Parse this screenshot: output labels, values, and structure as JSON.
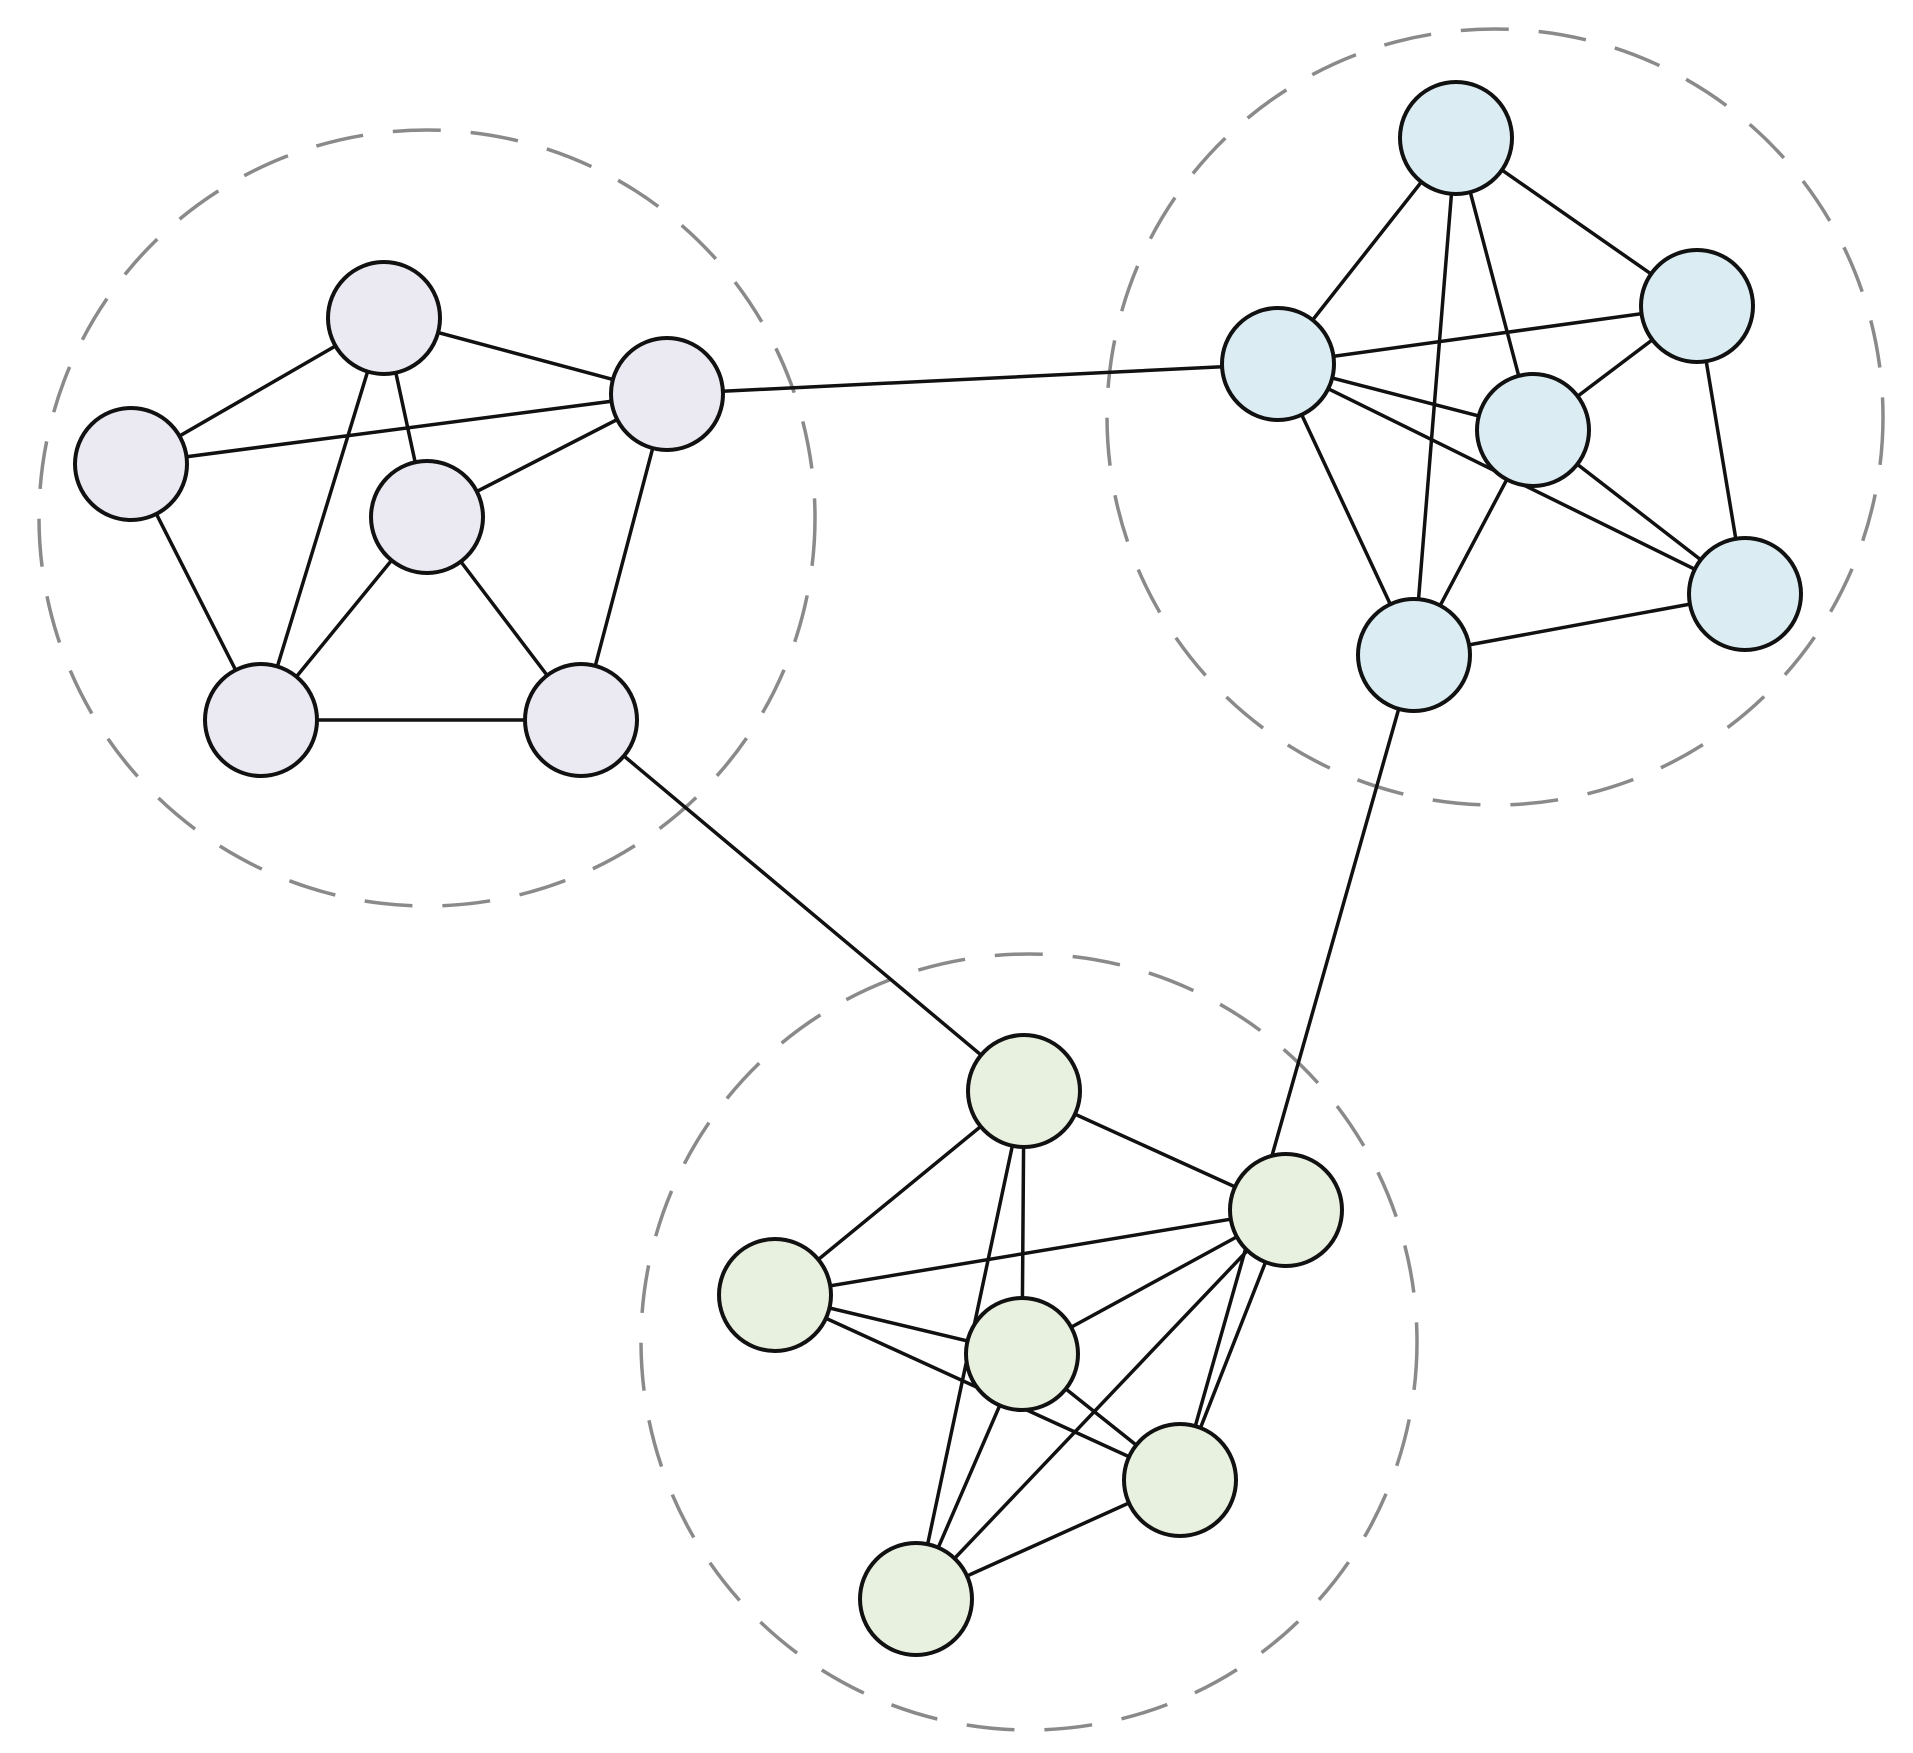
{
  "diagram": {
    "type": "network",
    "description_free": true,
    "colors": {
      "ring_stroke": "#8a8a8a",
      "edge_stroke": "#111111",
      "node_stroke": "#111111"
    },
    "clusters": [
      {
        "id": "cluster-a",
        "node_fill": "#ebe9f1",
        "nodes": [
          "a1",
          "a2",
          "a3",
          "a4",
          "a5",
          "a6"
        ]
      },
      {
        "id": "cluster-b",
        "node_fill": "#dbedf3",
        "nodes": [
          "b1",
          "b2",
          "b3",
          "b4",
          "b5",
          "b6"
        ]
      },
      {
        "id": "cluster-c",
        "node_fill": "#e8f0df",
        "nodes": [
          "c1",
          "c2",
          "c3",
          "c4",
          "c5",
          "c6",
          "c7"
        ]
      }
    ],
    "edges": [
      [
        "a1",
        "a2"
      ],
      [
        "a1",
        "a3"
      ],
      [
        "a1",
        "a4"
      ],
      [
        "a1",
        "a5"
      ],
      [
        "a2",
        "a3"
      ],
      [
        "a2",
        "a5"
      ],
      [
        "a3",
        "a4"
      ],
      [
        "a3",
        "a6"
      ],
      [
        "a4",
        "a5"
      ],
      [
        "a4",
        "a6"
      ],
      [
        "a5",
        "a6"
      ],
      [
        "b1",
        "b2"
      ],
      [
        "b1",
        "b4"
      ],
      [
        "b1",
        "b5"
      ],
      [
        "b1",
        "b3"
      ],
      [
        "b2",
        "b3"
      ],
      [
        "b2",
        "b6"
      ],
      [
        "b2",
        "b4"
      ],
      [
        "b2",
        "b5"
      ],
      [
        "b3",
        "b4"
      ],
      [
        "b3",
        "b6"
      ],
      [
        "b4",
        "b6"
      ],
      [
        "b4",
        "b5"
      ],
      [
        "b5",
        "b6"
      ],
      [
        "c1",
        "c2"
      ],
      [
        "c1",
        "c3"
      ],
      [
        "c1",
        "c6"
      ],
      [
        "c1",
        "c7"
      ],
      [
        "c2",
        "c3"
      ],
      [
        "c2",
        "c4"
      ],
      [
        "c2",
        "c6"
      ],
      [
        "c3",
        "c4"
      ],
      [
        "c3",
        "c7"
      ],
      [
        "c3",
        "c6"
      ],
      [
        "c4",
        "c5"
      ],
      [
        "c4",
        "c6"
      ],
      [
        "c5",
        "c6"
      ],
      [
        "c6",
        "c7"
      ],
      [
        "a3",
        "b2"
      ],
      [
        "a6",
        "c1"
      ],
      [
        "b5",
        "c4"
      ]
    ]
  }
}
